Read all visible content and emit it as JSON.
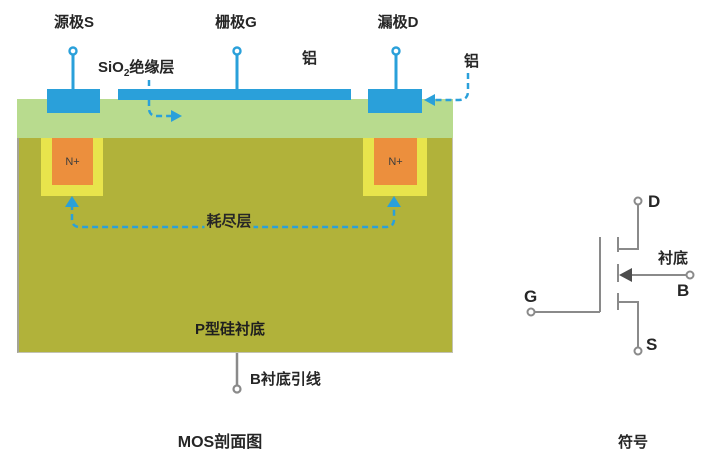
{
  "cross_section": {
    "terminals": {
      "source_label": "源极S",
      "gate_label": "栅极G",
      "drain_label": "漏极D"
    },
    "labels": {
      "sio2_prefix": "SiO",
      "sio2_sub": "2",
      "sio2_suffix": "绝缘层",
      "aluminum_gate": "铝",
      "aluminum_drain": "铝",
      "nplus_left": "N+",
      "nplus_right": "N+",
      "depletion_layer": "耗尽层",
      "substrate": "P型硅衬底",
      "substrate_lead": "B衬底引线"
    },
    "caption": "MOS剖面图"
  },
  "symbol": {
    "labels": {
      "drain": "D",
      "gate": "G",
      "source": "S",
      "bulk_terminal": "B",
      "bulk": "衬底"
    },
    "caption": "符号"
  },
  "colors": {
    "electrode_blue": "#2aa0da",
    "oxide_green": "#b8db8e",
    "substrate_olive": "#b1b23a",
    "well_yellow": "#e8e44c",
    "nplus_orange": "#ec8f3d",
    "symbol_gray": "#8a8a8a",
    "text_dark": "#262626"
  }
}
